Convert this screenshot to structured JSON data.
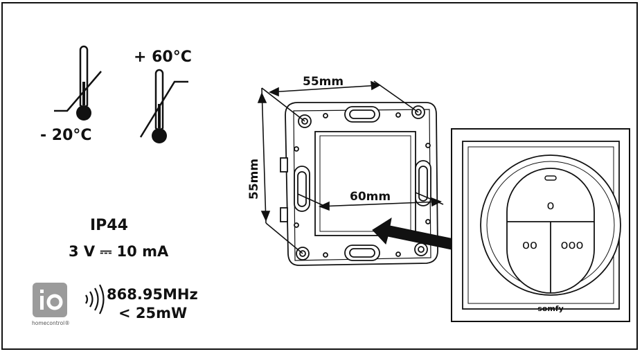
{
  "temperature": {
    "max": "+ 60°C",
    "min": "- 20°C"
  },
  "specs": {
    "protection": "IP44",
    "power": "3 V ⎓ 10 mA",
    "frequency": "868.95MHz",
    "max_power": "< 25mW"
  },
  "logo": {
    "io_text": "io",
    "io_caption": "homecontrol®",
    "brand": "somfy"
  },
  "dimensions": {
    "width": "55mm",
    "height": "55mm",
    "inner": "60mm"
  },
  "switch": {
    "top_button": "o",
    "bottom_left_button": "oo",
    "bottom_right_button": "ooo"
  },
  "colors": {
    "line": "#111111",
    "io_badge": "#9b9b9b",
    "background": "#ffffff"
  }
}
